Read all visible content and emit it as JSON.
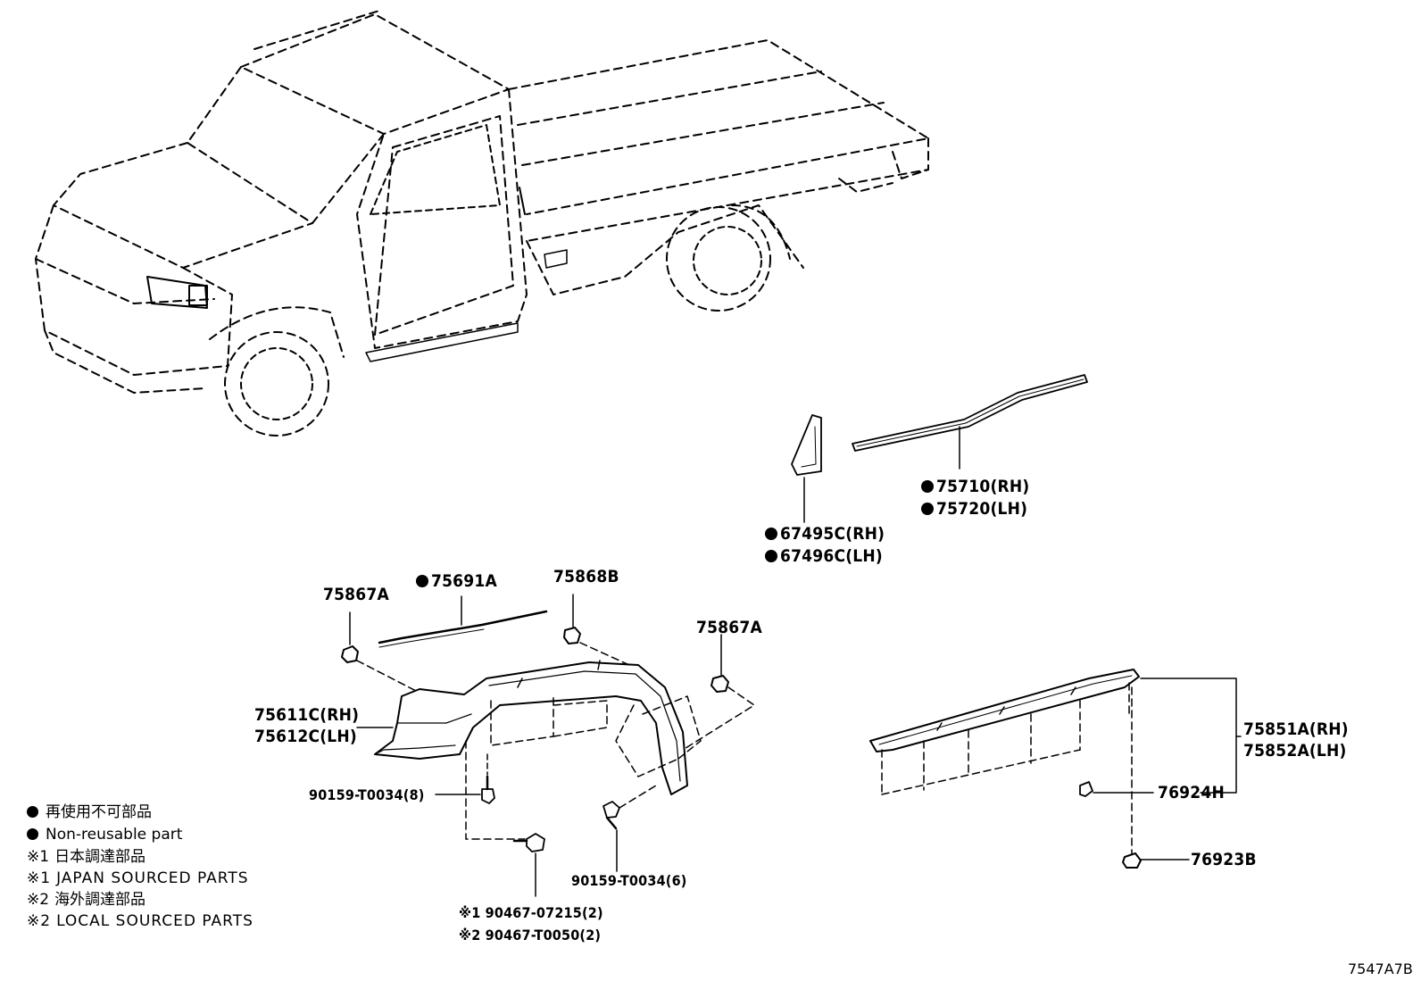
{
  "labels": {
    "p75710": "75710(RH)",
    "p75720": "75720(LH)",
    "p67495c": "67495C(RH)",
    "p67496c": "67496C(LH)",
    "p75867a_left": "75867A",
    "p75691a": "75691A",
    "p75868b": "75868B",
    "p75867a_right": "75867A",
    "p75611c": "75611C(RH)",
    "p75612c": "75612C(LH)",
    "p90159_8": "90159-T0034(8)",
    "p90159_6": "90159-T0034(6)",
    "p90467_07215": "90467-07215(2)",
    "p90467_t0050": "90467-T0050(2)",
    "p75851a": "75851A(RH)",
    "p75852a": "75852A(LH)",
    "p76924h": "76924H",
    "p76923b": "76923B"
  },
  "markers": {
    "note1": "※1",
    "note2": "※2"
  },
  "legend": {
    "nonreusable_jp": "再使用不可部品",
    "nonreusable_en": "Non-reusable part",
    "japan_jp": "日本調達部品",
    "japan_en": "JAPAN SOURCED PARTS",
    "local_jp": "海外調達部品",
    "local_en": "LOCAL SOURCED PARTS"
  },
  "diagram_code": "7547A7B"
}
